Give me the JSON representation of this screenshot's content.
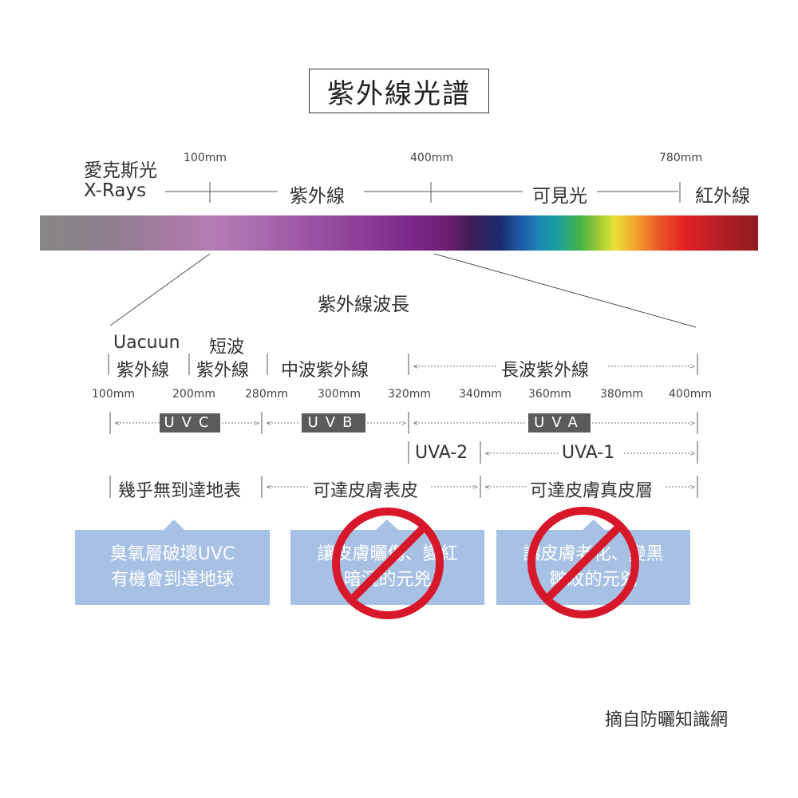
{
  "title": "紫外線光譜",
  "top_axis": {
    "xray_cn": "愛克斯光",
    "xray_en": "X-Rays",
    "tick_100": "100mm",
    "tick_400": "400mm",
    "tick_780": "780mm",
    "uv": "紫外線",
    "visible": "可見光",
    "infrared": "紅外線"
  },
  "subtitle": "紫外線波長",
  "band_headers": {
    "uacuun_line1": "Uacuun",
    "uacuun_line2": "紫外線",
    "short_line1": "短波",
    "short_line2": "紫外線",
    "medium": "中波紫外線",
    "long": "長波紫外線"
  },
  "ticks": [
    "100mm",
    "200mm",
    "280mm",
    "300mm",
    "320mm",
    "340mm",
    "360mm",
    "380mm",
    "400mm"
  ],
  "badges": {
    "uvc": "UVC",
    "uvb": "UVB",
    "uva": "UVA"
  },
  "uva_split": {
    "uva2": "UVA-2",
    "uva1": "UVA-1"
  },
  "reach": {
    "uvc": "幾乎無到達地表",
    "uvb": "可達皮膚表皮",
    "uva": "可達皮膚真皮層"
  },
  "effects": {
    "uvc_line1": "臭氧層破壞UVC",
    "uvc_line2": "有機會到達地球",
    "uvb_line1": "讓皮膚曬傷、變紅",
    "uvb_line2": "暗沉的元兇",
    "uva_line1": "讓皮膚老化、變黑",
    "uva_line2": "皺紋的元兇"
  },
  "source": "摘自防曬知識網",
  "colors": {
    "box_blue": "#a7c1e4",
    "prohibit_red": "#d7182a",
    "badge_gray": "#5b5b5b"
  },
  "icons": [
    "prohibited-icon",
    "prohibited-icon"
  ]
}
